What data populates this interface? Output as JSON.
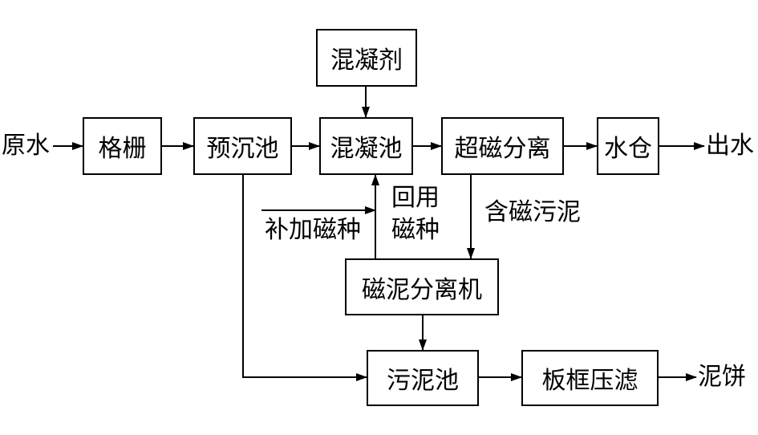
{
  "nodes": {
    "grille": "格栅",
    "presettle": "预沉池",
    "coag_agent": "混凝剂",
    "coag_tank": "混凝池",
    "supermag": "超磁分离",
    "water_tank": "水仓",
    "mag_sludge_sep": "磁泥分离机",
    "sludge_tank": "污泥池",
    "filter_press": "板框压滤"
  },
  "labels": {
    "raw_water": "原水",
    "out_water": "出水",
    "add_mag_seed": "补加磁种",
    "reuse_line1": "回用",
    "reuse_line2": "磁种",
    "mag_sludge": "含磁污泥",
    "sludge_cake": "泥饼"
  }
}
